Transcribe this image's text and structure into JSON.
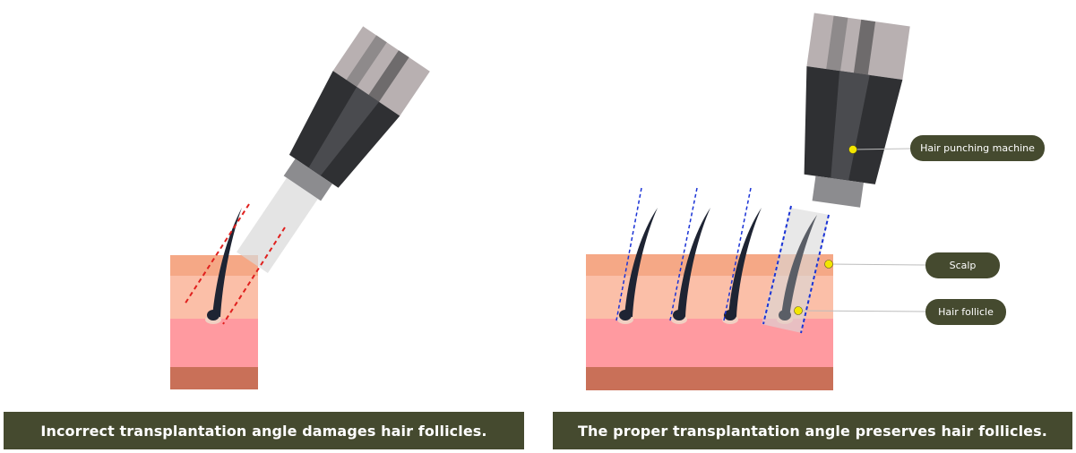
{
  "captions": {
    "incorrect": "Incorrect transplantation angle damages hair follicles.",
    "proper": "The proper transplantation angle preserves hair follicles."
  },
  "labels": {
    "machine": "Hair punching machine",
    "scalp": "Scalp",
    "follicle": "Hair follicle"
  },
  "colors": {
    "caption_bg": "#454a2f",
    "skin_top": "#f5a886",
    "skin_mid": "#fbbfa8",
    "skin_deep": "#ff9aa0",
    "skin_base": "#c97058",
    "hair": "#1e2433",
    "marker": "#f3e600",
    "guide_incorrect": "#e0201e",
    "guide_proper": "#1a33d6"
  }
}
